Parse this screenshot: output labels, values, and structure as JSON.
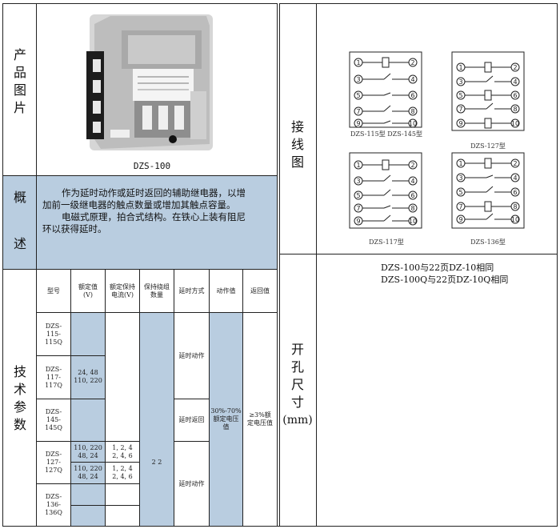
{
  "sections": {
    "photo_label": [
      "产",
      "品",
      "图",
      "片"
    ],
    "overview_label": [
      "概",
      "述"
    ],
    "tech_label": [
      "技",
      "术",
      "参",
      "数"
    ],
    "wiring_label": [
      "接",
      "线",
      "图"
    ],
    "cutout_label": [
      "开",
      "孔",
      "尺",
      "寸"
    ],
    "cutout_unit": "(mm)"
  },
  "photo": {
    "caption": "DZS-100"
  },
  "overview": {
    "paragraph1": "作为延时动作或延时返回的辅助继电器，以增加前一级继电器的触点数量或增加其触点容量。",
    "paragraph2": "电磁式原理，拍合式结构。在铁心上装有阻尼环以获得延时。"
  },
  "tech_table": {
    "headers": [
      "型号",
      "额定值(V)",
      "额定保持电流(V)",
      "保持绕组数量",
      "延时方式",
      "动作值",
      "返回值"
    ],
    "models": [
      "DZS-115-115Q",
      "DZS-117-117Q",
      "DZS-145-145Q",
      "DZS-127-127Q",
      "DZS-136-136Q"
    ],
    "rated_group1": "24, 48 110, 220",
    "rated_127a": "110, 220 48, 24",
    "rated_127b": "110, 220 48, 24",
    "hold_127a": "1, 2, 4 2, 4, 6",
    "hold_127b": "1, 2, 4 2, 4, 6",
    "windings": "2 2",
    "delay_action_1": "延时动作",
    "delay_return": "延时返回",
    "delay_action_2": "延时动作",
    "operate_value": "30%-70%额定电压值",
    "return_value": "≥3%额定电压值"
  },
  "wiring": {
    "captions": [
      "DZS-115型 DZS-145型",
      "DZS-127型",
      "DZS-117型",
      "DZS-136型"
    ],
    "terminals": [
      "1",
      "2",
      "3",
      "4",
      "5",
      "6",
      "7",
      "8",
      "9",
      "10"
    ]
  },
  "cutout_notes": [
    "DZS-100与22页DZ-10相同",
    "DZS-100Q与22页DZ-10Q相同"
  ],
  "colors": {
    "section_blue": "#b9cde0",
    "line": "#222222"
  }
}
